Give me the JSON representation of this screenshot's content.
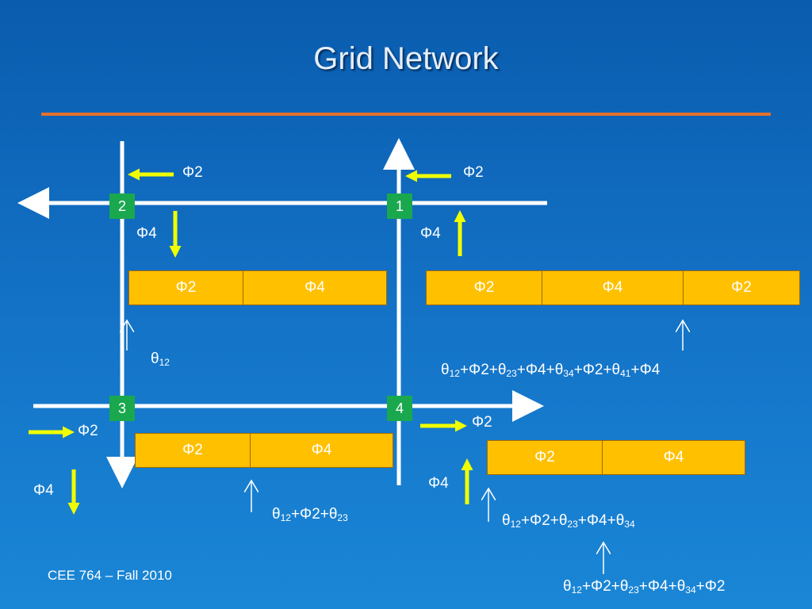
{
  "slide": {
    "title": "Grid Network",
    "footer": "CEE 764 – Fall 2010"
  },
  "nodes": [
    "2",
    "1",
    "3",
    "4"
  ],
  "movement_labels": {
    "n2_left": "Φ2",
    "n2_down": "Φ4",
    "n1_left": "Φ2",
    "n1_up": "Φ4",
    "n3_right": "Φ2",
    "n3_down": "Φ4",
    "n4_right": "Φ2",
    "n4_up": "Φ4"
  },
  "phase_bars": {
    "bar_2": [
      "Φ2",
      "Φ4"
    ],
    "bar_1": [
      "Φ2",
      "Φ4",
      "Φ2"
    ],
    "bar_3": [
      "Φ2",
      "Φ4"
    ],
    "bar_4": [
      "Φ2",
      "Φ4"
    ]
  },
  "offsets": {
    "node2": {
      "terms": [
        [
          "θ",
          "12"
        ]
      ]
    },
    "node1": {
      "terms": [
        [
          "θ",
          "12"
        ],
        [
          "+Φ2+θ",
          "23"
        ],
        [
          "+Φ4+θ",
          "34"
        ],
        [
          "+Φ2+θ",
          "41"
        ],
        [
          "+Φ4",
          ""
        ]
      ]
    },
    "node3": {
      "terms": [
        [
          "θ",
          "12"
        ],
        [
          "+Φ2+θ",
          "23"
        ]
      ]
    },
    "node4a": {
      "terms": [
        [
          "θ",
          "12"
        ],
        [
          "+Φ2+θ",
          "23"
        ],
        [
          "+Φ4+θ",
          "34"
        ]
      ]
    },
    "node4b": {
      "terms": [
        [
          "θ",
          "12"
        ],
        [
          "+Φ2+θ",
          "23"
        ],
        [
          "+Φ4+θ",
          "34"
        ],
        [
          "+Φ2",
          ""
        ]
      ]
    }
  },
  "colors": {
    "background": "#0a5cae",
    "rule": "#e4712c",
    "node": "#1aa84e",
    "phase_bar": "#ffc000",
    "signal_arrow": "#f0ff00"
  }
}
